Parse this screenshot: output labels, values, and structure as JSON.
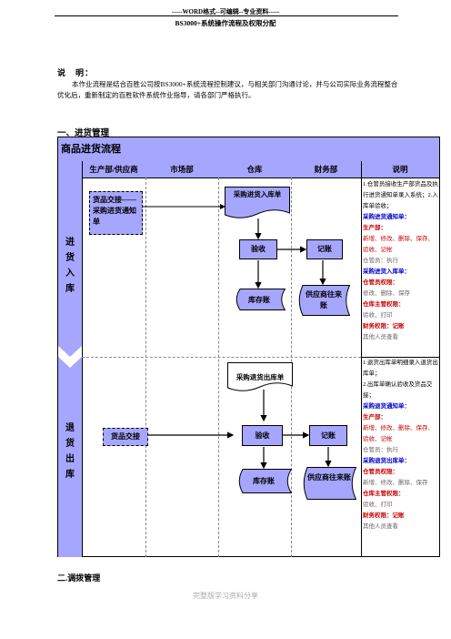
{
  "header": {
    "top_line": "-----WORD格式--可编辑--专业资料-----",
    "doc_title": "BS3000+系统操作流程及权限分配"
  },
  "intro": {
    "title": "说　明：",
    "body": "本作业流程是结合百胜公司按BS3000+系统流程控制建议，与相关部门沟通讨论，并与公司实际业务流程整合优化后，重新制定的百胜软件系统作业指导，请各部门严格执行。"
  },
  "section1": {
    "heading": "一、进货管理",
    "table_title": "商品进货流程",
    "columns": [
      "生产部/供应商",
      "市场部",
      "仓库",
      "财务部",
      "说明"
    ],
    "lane_in": {
      "label": [
        "进",
        "货",
        "入",
        "库"
      ],
      "supplier_box": "货品交接——采购进货通知单",
      "doc_box": "采购进货入库单",
      "check": "验收",
      "record": "记账",
      "stock_ledger": "库存账",
      "supplier_ledger": "供应商往来账",
      "notes": [
        {
          "t": "1.仓管员接收生产部货品及执行进货通知单录入系统；2.入库单验收；",
          "c": "plain"
        },
        {
          "t": "采购进货通知单：",
          "c": "blue"
        },
        {
          "t": "生产部：",
          "c": "red"
        },
        {
          "t": "新增、修改、删除、保存、验收、记帐",
          "c": "red2"
        },
        {
          "t": "仓管员：执行",
          "c": "gray"
        },
        {
          "t": "采购进货入库单：",
          "c": "blue"
        },
        {
          "t": "仓管员权限：",
          "c": "red"
        },
        {
          "t": "修改、删除、保存",
          "c": "gray"
        },
        {
          "t": "仓库主管权限：",
          "c": "red"
        },
        {
          "t": "验收、打印",
          "c": "gray"
        },
        {
          "t": "财务权限：记账",
          "c": "red"
        },
        {
          "t": "其他人员查看",
          "c": "gray"
        }
      ]
    },
    "lane_out": {
      "label": [
        "退",
        "货",
        "出",
        "库"
      ],
      "supplier_box": "货品交接",
      "doc_box": "采购退货出库单",
      "check": "验收",
      "record": "记账",
      "stock_ledger": "库存账",
      "supplier_ledger": "供应商往来账",
      "notes": [
        {
          "t": "1.退货出库单明细录入退货出库单；",
          "c": "plain"
        },
        {
          "t": "2.出库单确认验收及货品交接；",
          "c": "plain"
        },
        {
          "t": "采购退货通知单：",
          "c": "blue"
        },
        {
          "t": "生产部：",
          "c": "red"
        },
        {
          "t": "新增、修改、删除、保存、验收、记帐",
          "c": "red2"
        },
        {
          "t": "仓管员：执行",
          "c": "gray"
        },
        {
          "t": "采购退货出库单：",
          "c": "blue"
        },
        {
          "t": "仓管员权限：",
          "c": "red"
        },
        {
          "t": "新增、修改、删除、保存",
          "c": "gray"
        },
        {
          "t": "仓库主管权限：",
          "c": "red"
        },
        {
          "t": "验收、打印",
          "c": "gray"
        },
        {
          "t": "财务权限：记账",
          "c": "red"
        },
        {
          "t": "其他人员查看",
          "c": "gray"
        }
      ]
    }
  },
  "section2": {
    "heading": "二.调拨管理"
  },
  "footer": "完整版学习资料分享"
}
